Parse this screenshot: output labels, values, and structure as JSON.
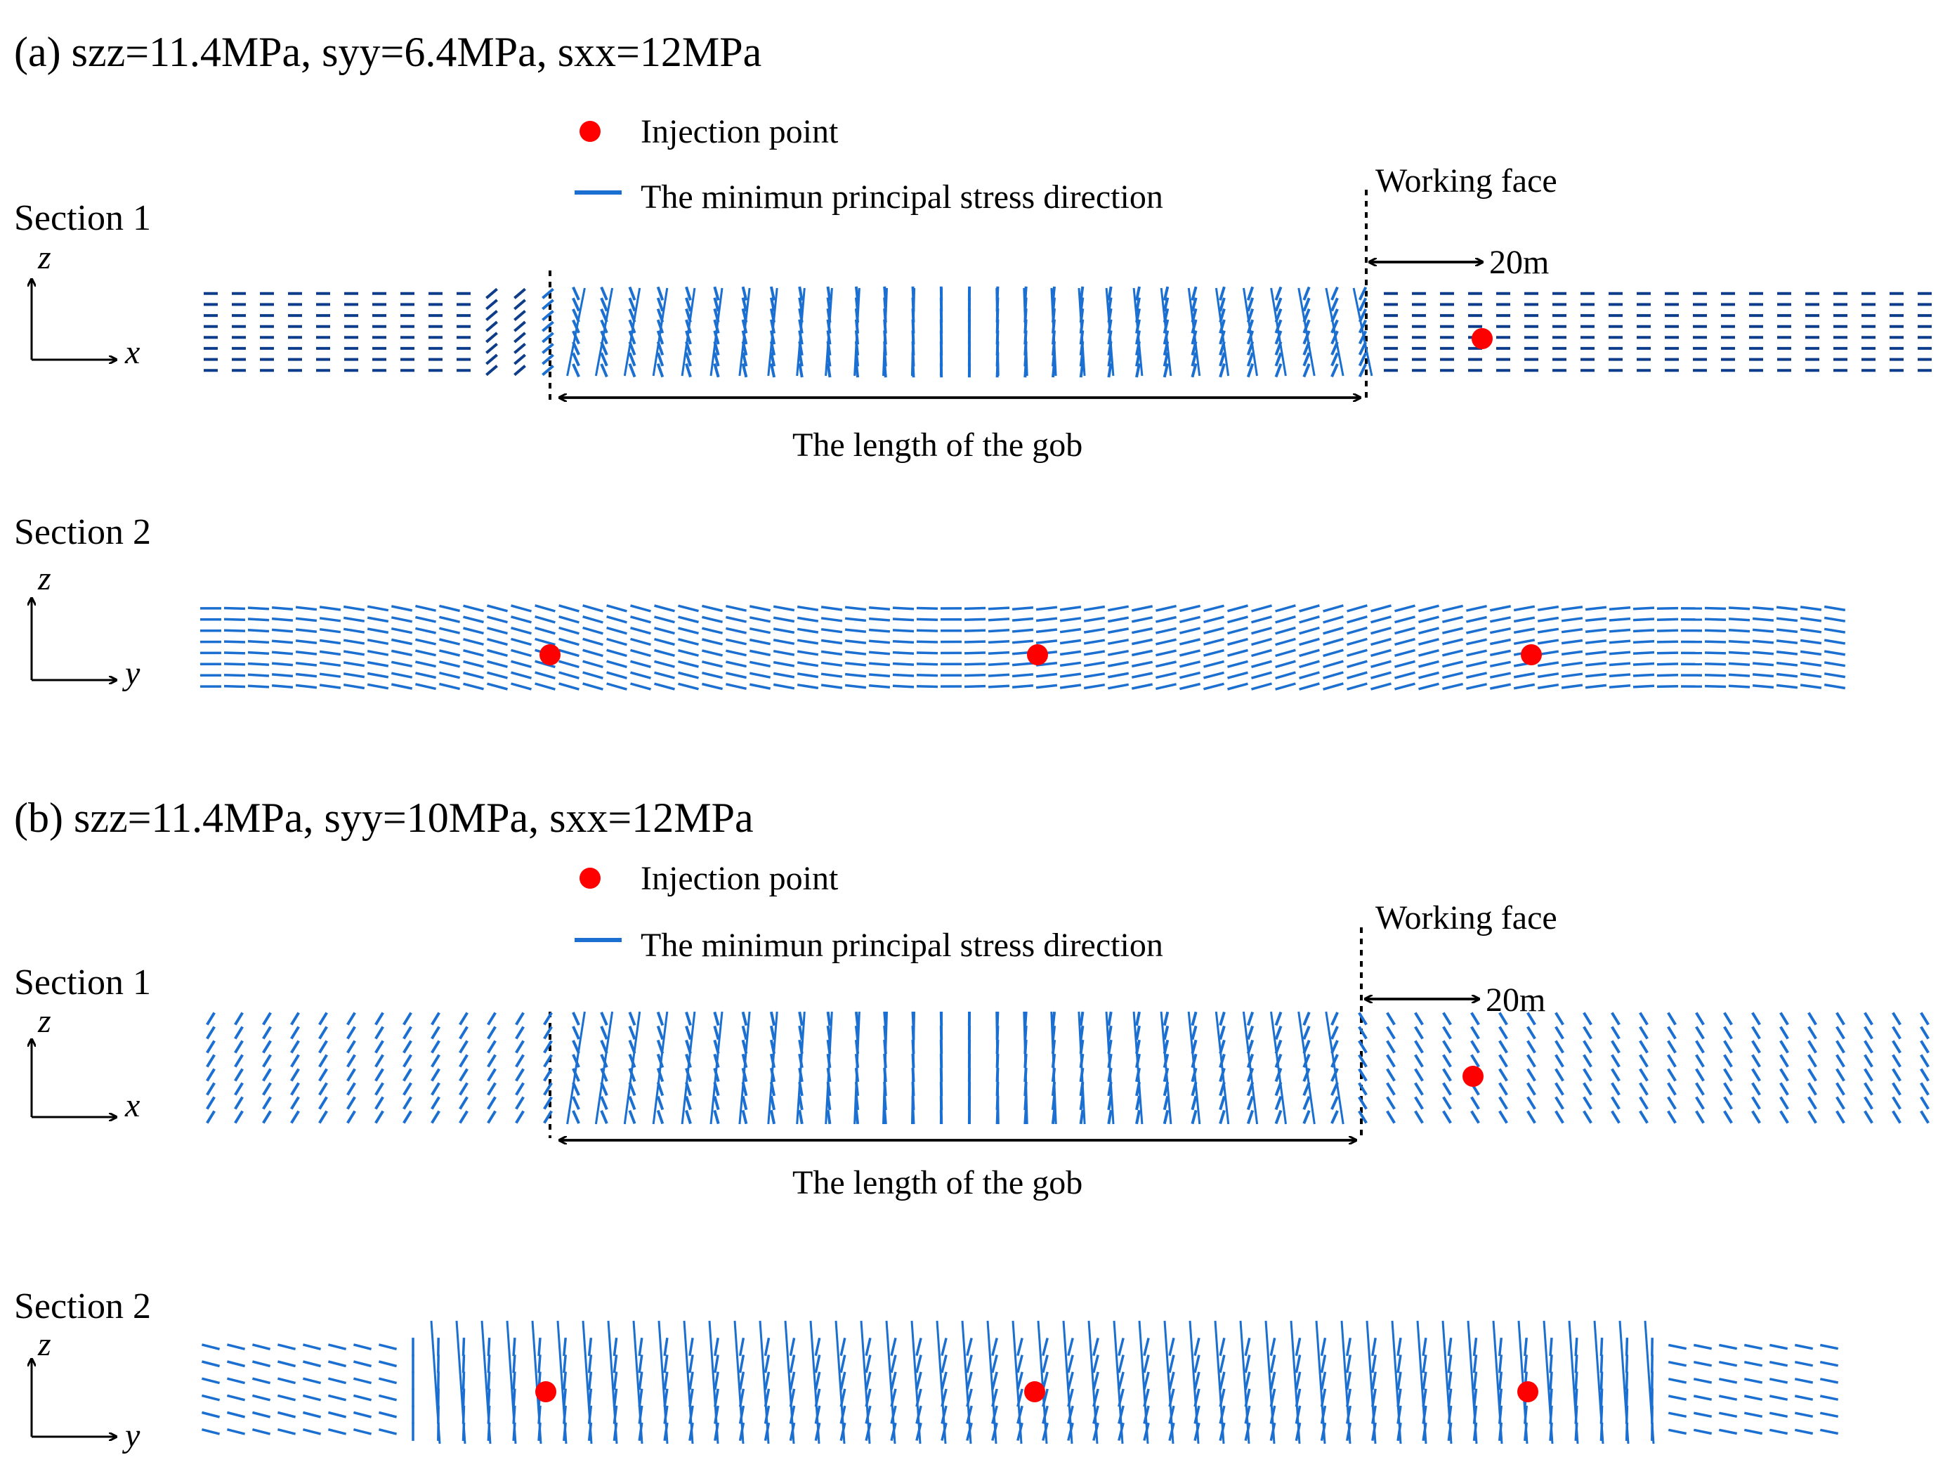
{
  "panels": [
    {
      "title": "(a) szz=11.4MPa, syy=6.4MPa, sxx=12MPa",
      "legend": {
        "injection_point": "Injection point",
        "stress_direction": "The minimun principal stress direction"
      },
      "section1": {
        "label": "Section 1",
        "axis_v": "z",
        "axis_h": "x",
        "working_face": "Working face",
        "distance": "20m",
        "gob_length": "The length of the gob",
        "injection_points": 1
      },
      "section2": {
        "label": "Section 2",
        "axis_v": "z",
        "axis_h": "y",
        "injection_points": 3
      }
    },
    {
      "title": "(b) szz=11.4MPa, syy=10MPa, sxx=12MPa",
      "legend": {
        "injection_point": "Injection point",
        "stress_direction": "The minimun principal stress direction"
      },
      "section1": {
        "label": "Section 1",
        "axis_v": "z",
        "axis_h": "x",
        "working_face": "Working face",
        "distance": "20m",
        "gob_length": "The length of the gob",
        "injection_points": 1
      },
      "section2": {
        "label": "Section 2",
        "axis_v": "z",
        "axis_h": "y",
        "injection_points": 3
      }
    }
  ],
  "colors": {
    "stress_line": "#1a6fd1",
    "stress_line_dark": "#0d3d8a",
    "injection_point": "#ff0000",
    "text": "#000000"
  }
}
